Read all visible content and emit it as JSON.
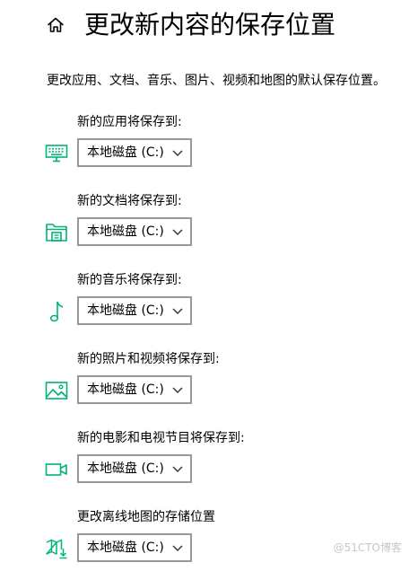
{
  "header": {
    "title": "更改新内容的保存位置",
    "home_icon": "home-icon"
  },
  "description": "更改应用、文档、音乐、图片、视频和地图的默认保存位置。",
  "accent_color": "#00b377",
  "sections": [
    {
      "label": "新的应用将保存到:",
      "icon": "monitor-keyboard-icon",
      "value": "本地磁盘 (C:)"
    },
    {
      "label": "新的文档将保存到:",
      "icon": "folder-document-icon",
      "value": "本地磁盘 (C:)"
    },
    {
      "label": "新的音乐将保存到:",
      "icon": "music-note-icon",
      "value": "本地磁盘 (C:)"
    },
    {
      "label": "新的照片和视频将保存到:",
      "icon": "picture-icon",
      "value": "本地磁盘 (C:)"
    },
    {
      "label": "新的电影和电视节目将保存到:",
      "icon": "video-camera-icon",
      "value": "本地磁盘 (C:)"
    },
    {
      "label": "更改离线地图的存储位置",
      "icon": "map-download-icon",
      "value": "本地磁盘 (C:)"
    }
  ],
  "watermark": "@51CTO博客"
}
